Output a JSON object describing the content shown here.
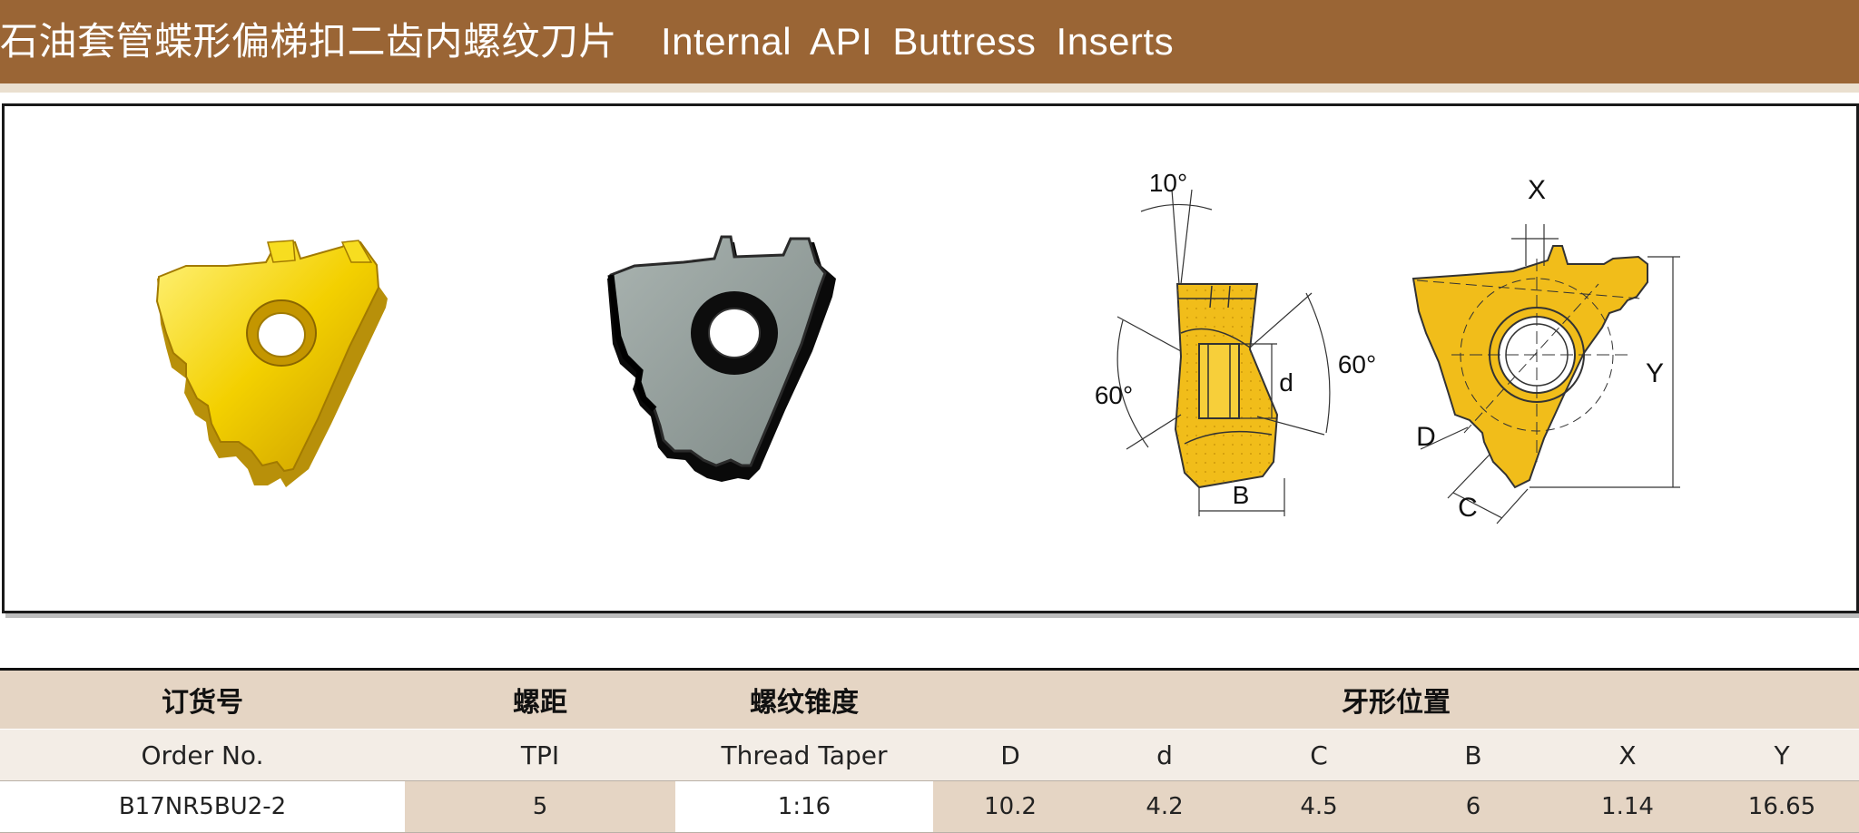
{
  "header": {
    "title_cn": "石油套管蝶形偏梯扣二齿内螺纹刀片",
    "title_en": "Internal API Buttress Inserts"
  },
  "drawing": {
    "angle_top": "10°",
    "angle_left": "60°",
    "angle_right": "60°",
    "label_d": "d",
    "label_B": "B",
    "label_X": "X",
    "label_Y": "Y",
    "label_D": "D",
    "label_C": "C"
  },
  "colors": {
    "title_bar": "#9a6535",
    "insert_gold": "#e8b41a",
    "insert_gray": "#8f9a97",
    "table_tan": "#e5d5c4"
  },
  "table": {
    "header_cn": {
      "order": "订货号",
      "tpi": "螺距",
      "taper": "螺纹锥度",
      "profile": "牙形位置"
    },
    "header_en": [
      "Order No.",
      "TPI",
      "Thread Taper",
      "D",
      "d",
      "C",
      "B",
      "X",
      "Y"
    ],
    "rows": [
      {
        "order_no": "B17NR5BU2-2",
        "tpi": "5",
        "taper": "1:16",
        "D": "10.2",
        "d": "4.2",
        "C": "4.5",
        "B": "6",
        "X": "1.14",
        "Y": "16.65"
      }
    ]
  }
}
